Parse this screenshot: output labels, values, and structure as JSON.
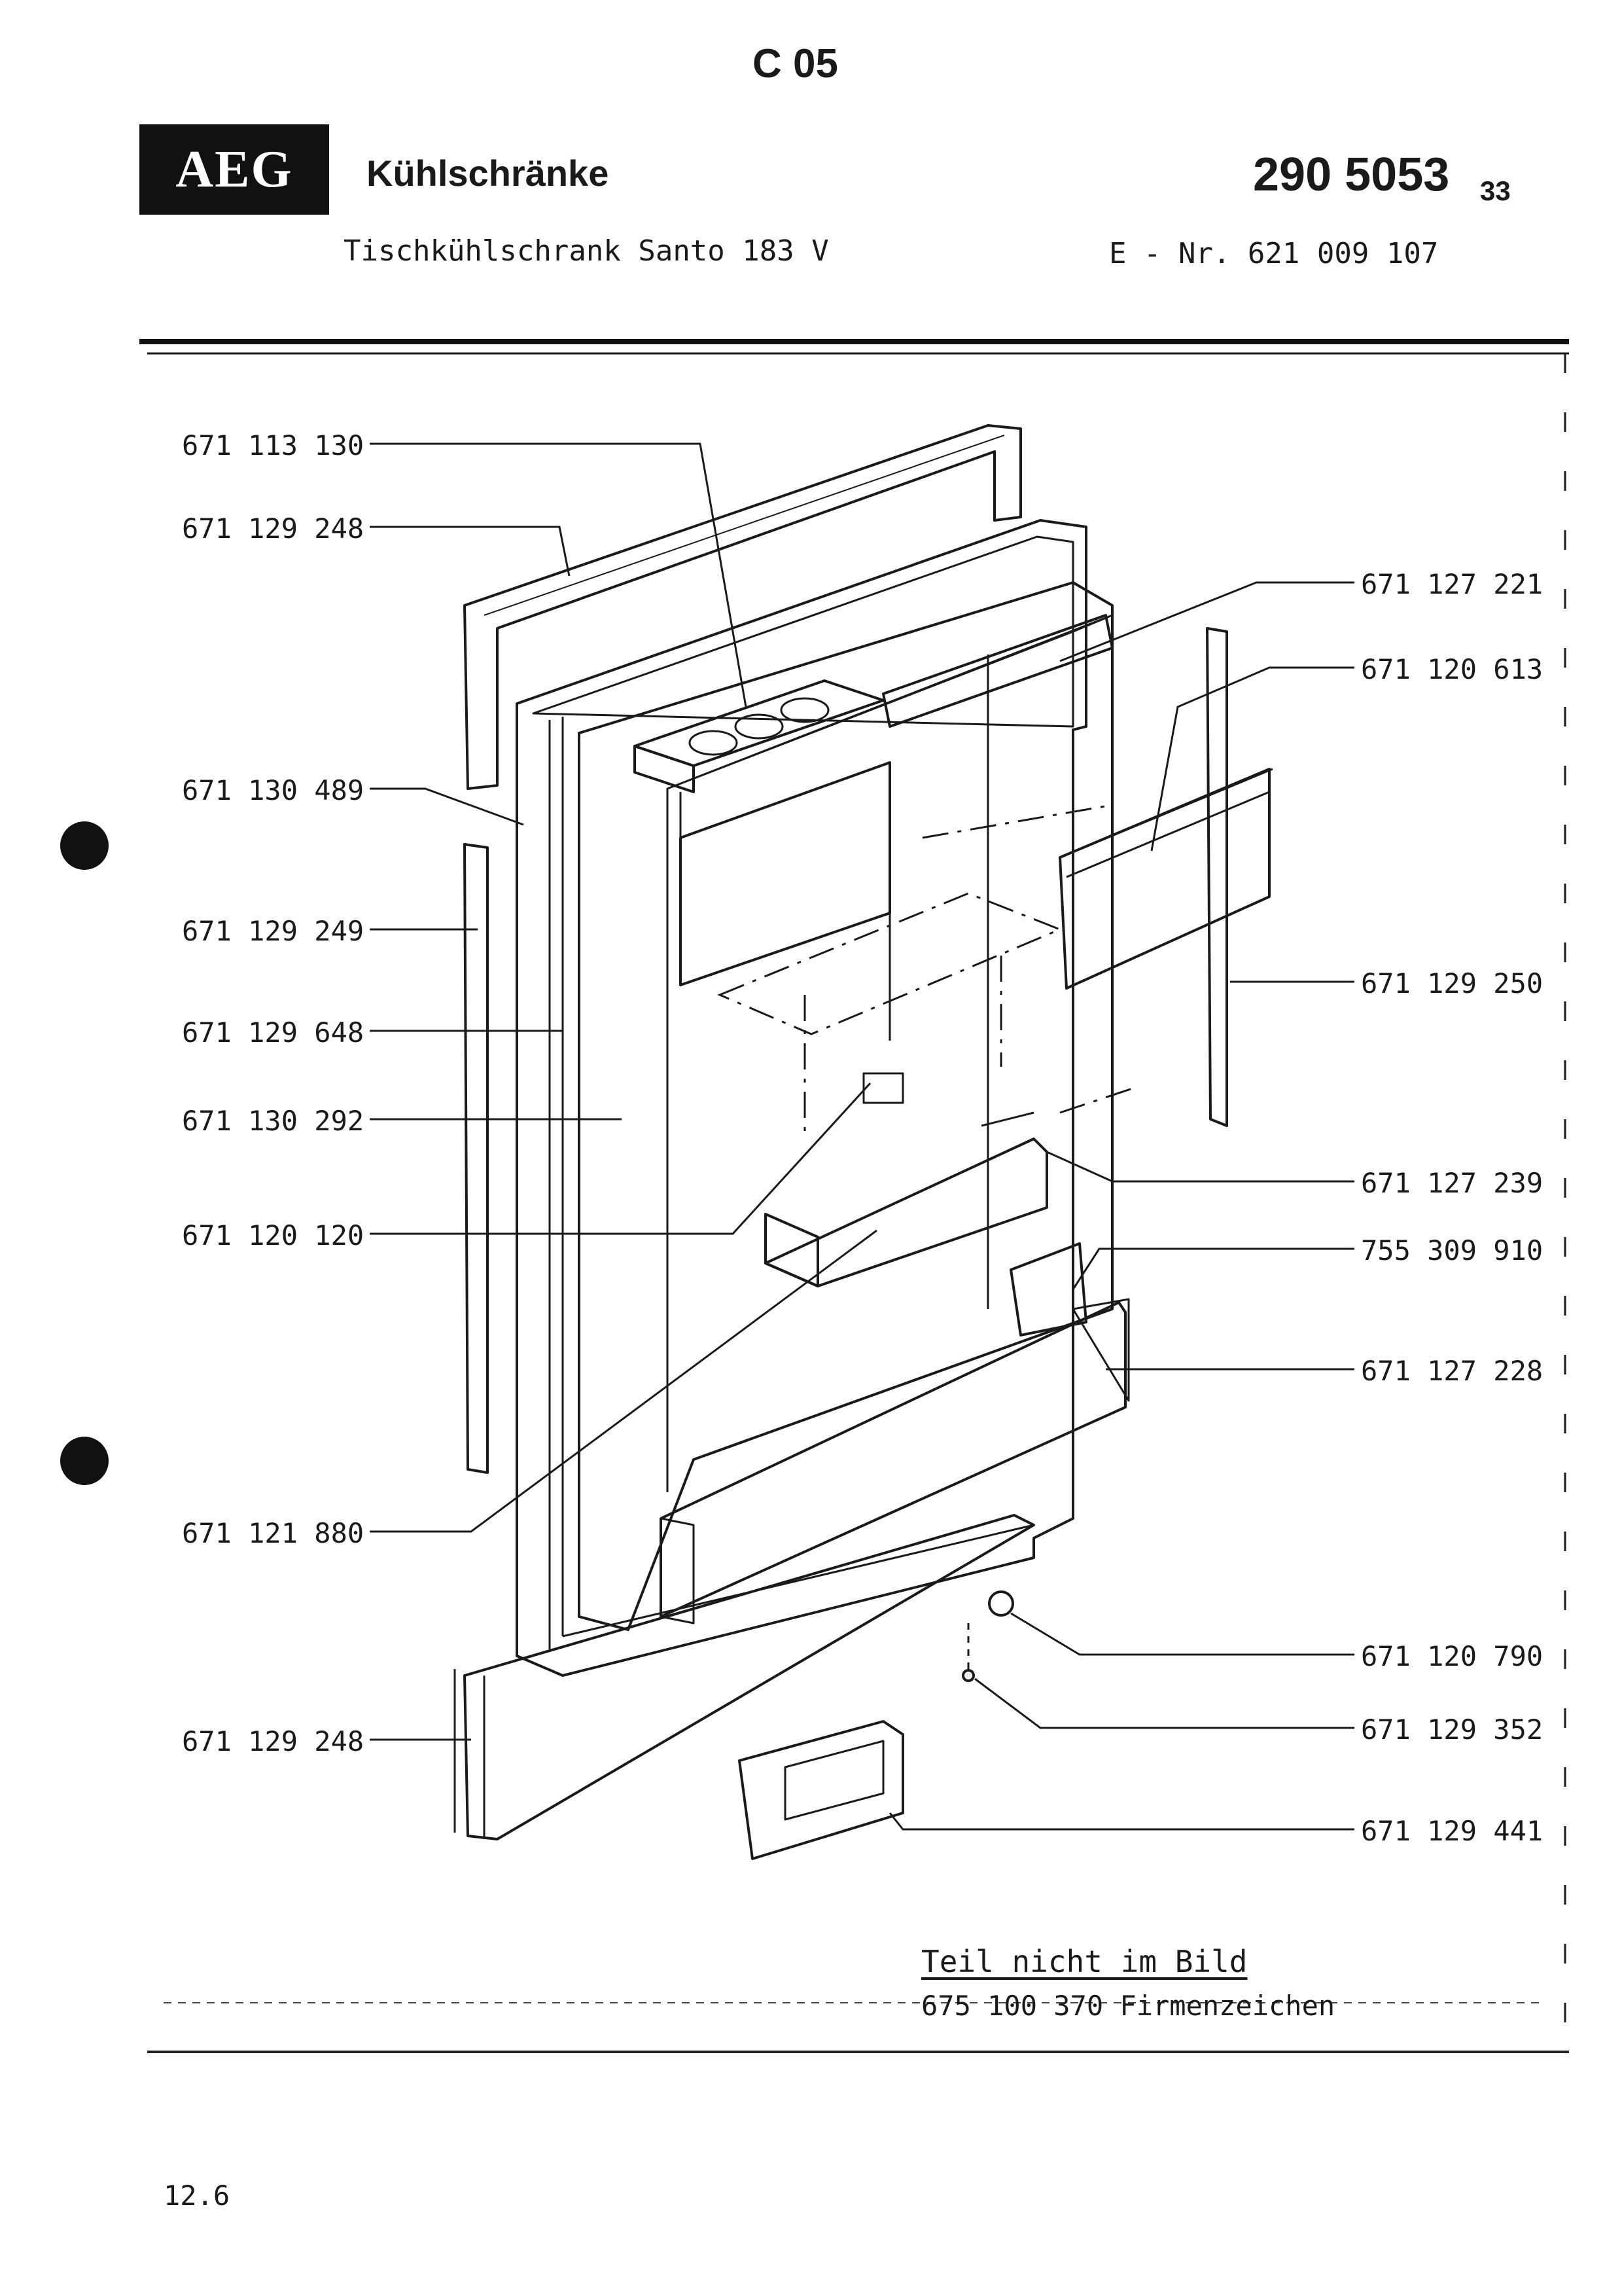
{
  "header": {
    "section": "C 05",
    "brand_logo": "AEG",
    "category": "Kühlschränke",
    "doc_number": "290 5053",
    "doc_suffix": "33",
    "model": "Tischkühlschrank Santo 183 V",
    "e_number": "E - Nr. 621 009 107"
  },
  "parts_left": [
    "671 113 130",
    "671 129 248",
    "671 130 489",
    "671 129 249",
    "671 129 648",
    "671 130 292",
    "671 120 120",
    "671 121 880",
    "671 129 248"
  ],
  "parts_right": [
    "671 127 221",
    "671 120 613",
    "671 129 250",
    "671 127 239",
    "755 309 910",
    "671 127 228",
    "671 120 790",
    "671 129 352",
    "671 129 441"
  ],
  "note": {
    "title": "Teil nicht im Bild",
    "item": "675 100 370 Firmenzeichen"
  },
  "page_number": "12.6"
}
